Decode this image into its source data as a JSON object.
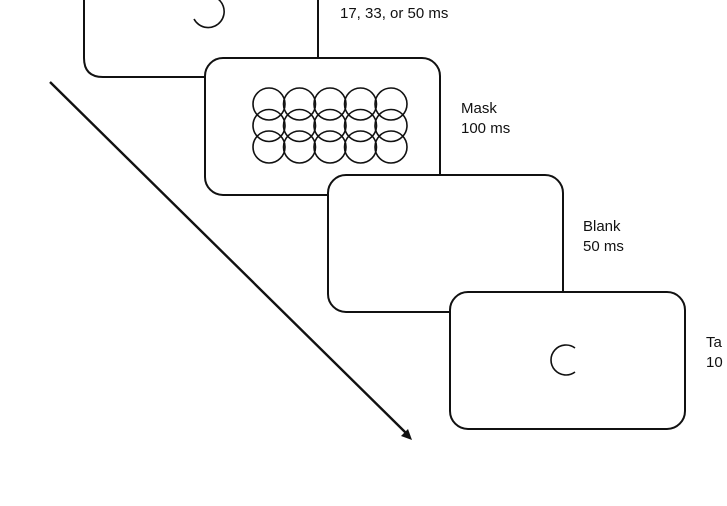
{
  "frames": [
    {
      "id": "prime",
      "label_line1": "",
      "label_line2": "17, 33, or 50 ms",
      "content": "c-ring-rotated"
    },
    {
      "id": "mask",
      "label_line1": "Mask",
      "label_line2": "100 ms",
      "content": "circle-grid"
    },
    {
      "id": "blank",
      "label_line1": "Blank",
      "label_line2": "50 ms",
      "content": "empty"
    },
    {
      "id": "target",
      "label_line1": "Ta",
      "label_line2": "10",
      "content": "c-ring"
    }
  ],
  "mask_grid": {
    "rows": 3,
    "cols": 5
  },
  "colors": {
    "stroke": "#111111",
    "background": "#ffffff"
  },
  "arrow": {
    "icon": "time-arrow-icon"
  }
}
